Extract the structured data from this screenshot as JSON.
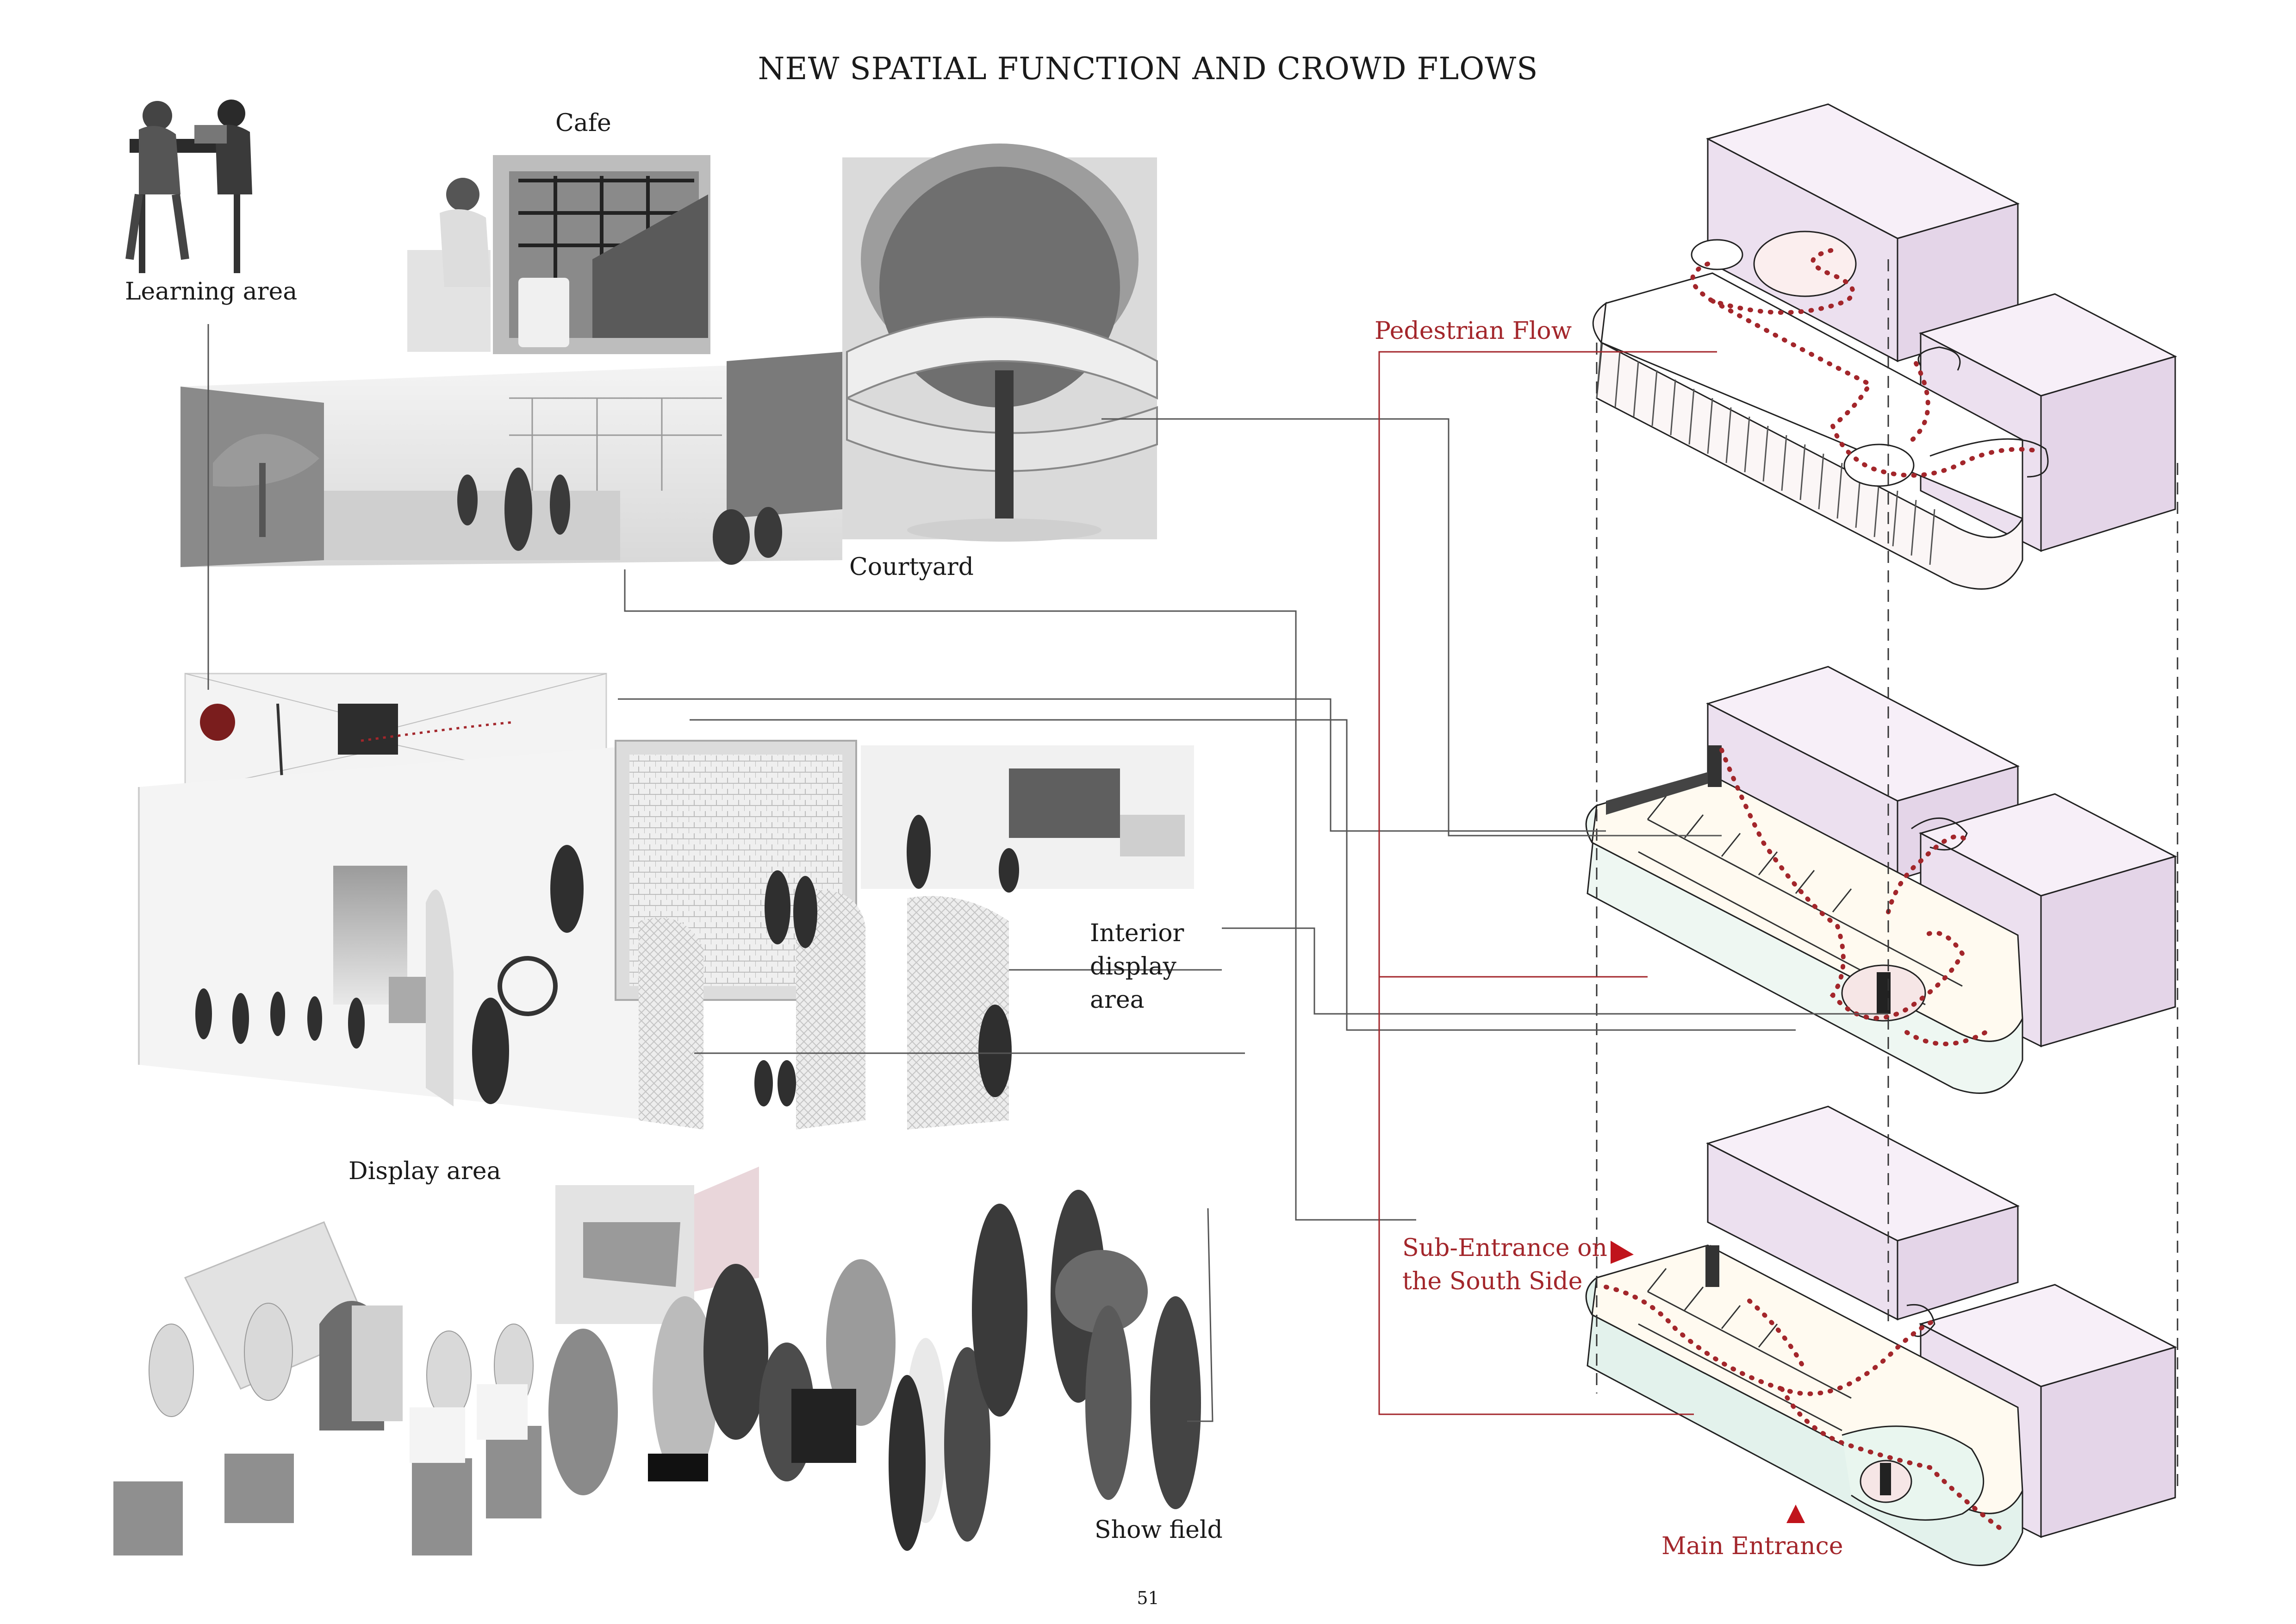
{
  "title": "NEW SPATIAL FUNCTION AND CROWD FLOWS",
  "labels": {
    "learning_area": "Learning area",
    "cafe": "Cafe",
    "courtyard": "Courtyard",
    "interior_display": [
      "Interior",
      "display",
      "area"
    ],
    "display_area": "Display area",
    "show_field": "Show field"
  },
  "flow_labels": {
    "pedestrian_flow": "Pedestrian Flow",
    "sub_entrance": [
      "Sub-Entrance on",
      "the South Side"
    ],
    "main_entrance": "Main Entrance"
  },
  "page_number": "51",
  "colors": {
    "flow_red": "#a3262b",
    "volume_fill": "#ece0ef",
    "floor_fill": "#fff8ec",
    "glass_fill": "#e3f2ec",
    "leader_line": "#555555"
  }
}
